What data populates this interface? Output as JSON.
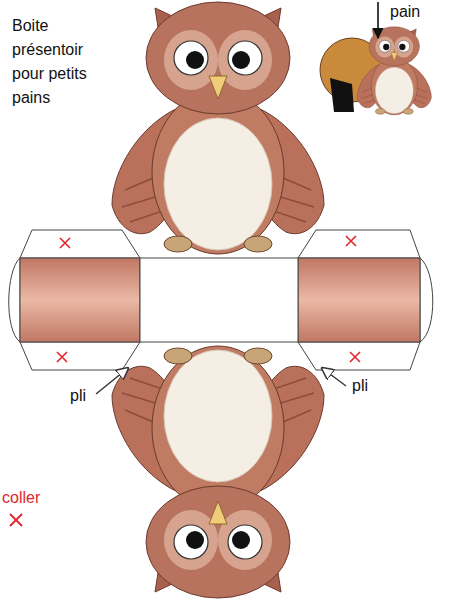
{
  "diagram": {
    "title": "Boite présentoir pour petits pains",
    "labels": [
      "pain",
      "pli",
      "pli"
    ],
    "legend": [
      {
        "text": "coller"
      }
    ]
  }
}
